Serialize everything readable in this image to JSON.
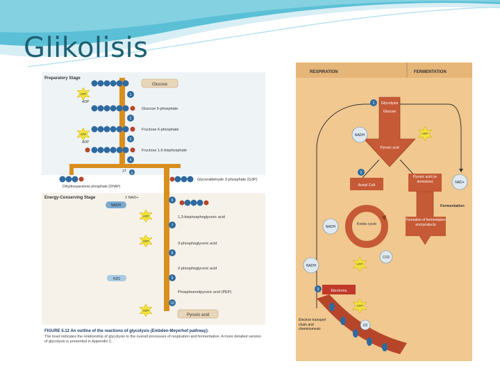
{
  "slide": {
    "title": "Glikolisis"
  },
  "left_figure": {
    "stage_preparatory": "Preparatory Stage",
    "stage_energy": "Energy-Conserving Stage",
    "glucose": "Glucose",
    "g6p": "Glucose 6-phosphate",
    "f6p": "Fructose 6-phosphate",
    "fbp": "Fructose 1,6-bisphosphate",
    "dhap": "Dihydroxyacetone phosphate (DHAP)",
    "g3p": "Glyceraldehyde 3-phosphate (G3P)",
    "bpg": "1,3-bisphosphoglyceric acid",
    "pga3": "3-phosphoglyceric acid",
    "pga2": "2-phosphoglyceric acid",
    "pep": "Phosphoenolpyruvic acid (PEP)",
    "pyruvic": "Pyruvic acid",
    "atp": "ATP",
    "adp": "ADP",
    "nad": "2 NAD+",
    "nadh": "NADH",
    "h2o": "H2O",
    "caption_bold": "FIGURE 5.12 An outline of the reactions of glycolysis (Embden-Meyerhof pathway).",
    "caption": "The inset indicates the relationship of glycolysis to the overall processes of respiration and fermentation. A more detailed version of glycolysis is presented in Appendix C."
  },
  "right_figure": {
    "respiration": "RESPIRATION",
    "fermentation_header": "FERMENTATION",
    "glycolysis": "Glycolysis",
    "glucose": "Glucose",
    "nadh": "NADH",
    "atp": "ATP",
    "pyruvic": "Pyruvic acid",
    "acetyl": "Acetyl CoA",
    "pyruvic_derivative": "Pyruvic acid (or derivative)",
    "nad_plus": "NAD+",
    "fermentation": "Fermentation",
    "krebs": "Krebs cycle",
    "formation": "Formation of fermentation end-products",
    "co2": "CO2",
    "electrons": "Electrons",
    "etc": "Electron transport chain and chemiosmosis",
    "o2": "O2",
    "step1": "1",
    "step2": "2",
    "step3": "3"
  },
  "colors": {
    "title": "#1d5f73",
    "wave": "#5bc0d6",
    "orange_arrow": "#d98f1e",
    "red_brown": "#b7452a",
    "panel_bg": "#f0c890",
    "molecule": "#2e6aa0",
    "atp_star": "#f2e33a"
  }
}
